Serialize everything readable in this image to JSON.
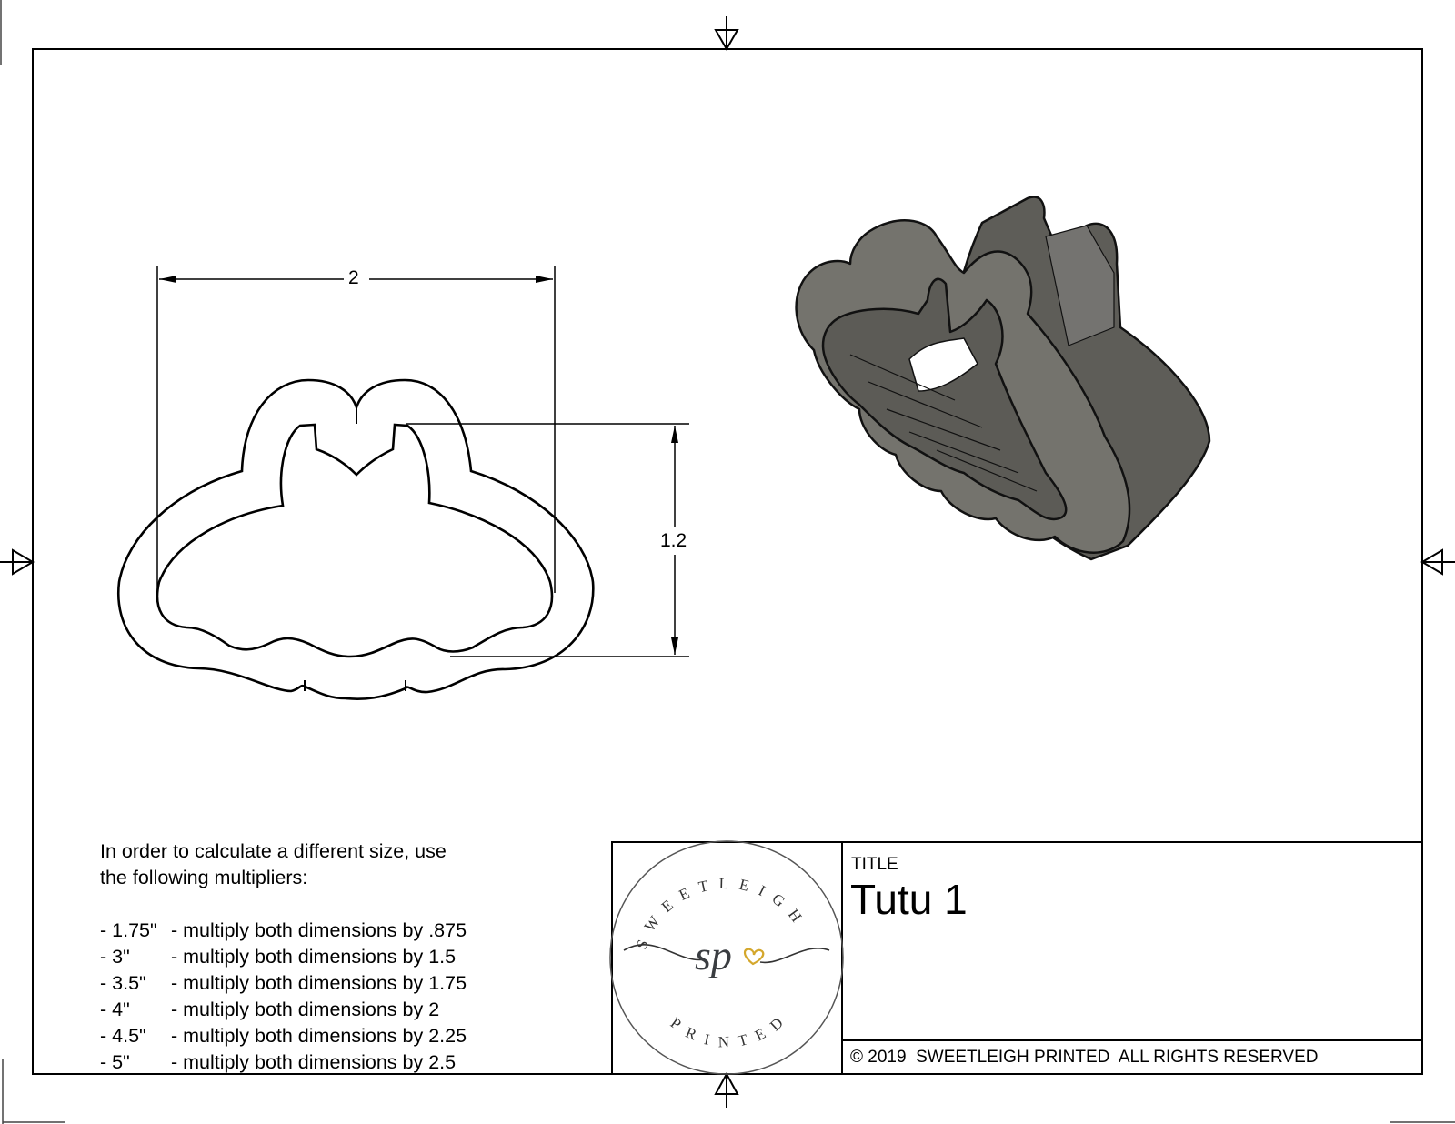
{
  "drawing": {
    "dimensions": {
      "width": "2",
      "height": "1.2"
    },
    "views": [
      "2d-outline",
      "3d-isometric"
    ]
  },
  "notes": {
    "intro_line1": "In order to calculate a different size, use",
    "intro_line2": "the following multipliers:",
    "multipliers": [
      {
        "size": "- 1.75\"",
        "text": "- multiply both dimensions by .875"
      },
      {
        "size": "- 3\"",
        "text": "- multiply both dimensions by 1.5"
      },
      {
        "size": "- 3.5\"",
        "text": "- multiply both dimensions by 1.75"
      },
      {
        "size": "- 4\"",
        "text": "- multiply both dimensions by 2"
      },
      {
        "size": "- 4.5\"",
        "text": "- multiply both dimensions by 2.25"
      },
      {
        "size": "- 5\"",
        "text": "- multiply both dimensions by 2.5"
      }
    ]
  },
  "title_block": {
    "logo": {
      "top_text": "SWEETLEIGH",
      "bottom_text": "PRINTED",
      "monogram": "sp",
      "heart_color": "#d4a72c"
    },
    "title_label": "TITLE",
    "title_value": "Tutu 1",
    "copyright": "© 2019  SWEETLEIGH PRINTED  ALL RIGHTS RESERVED"
  },
  "colors": {
    "line": "#000000",
    "model_fill": "#6f6e69",
    "model_dark": "#4e4d49",
    "model_light": "#8a8984"
  }
}
